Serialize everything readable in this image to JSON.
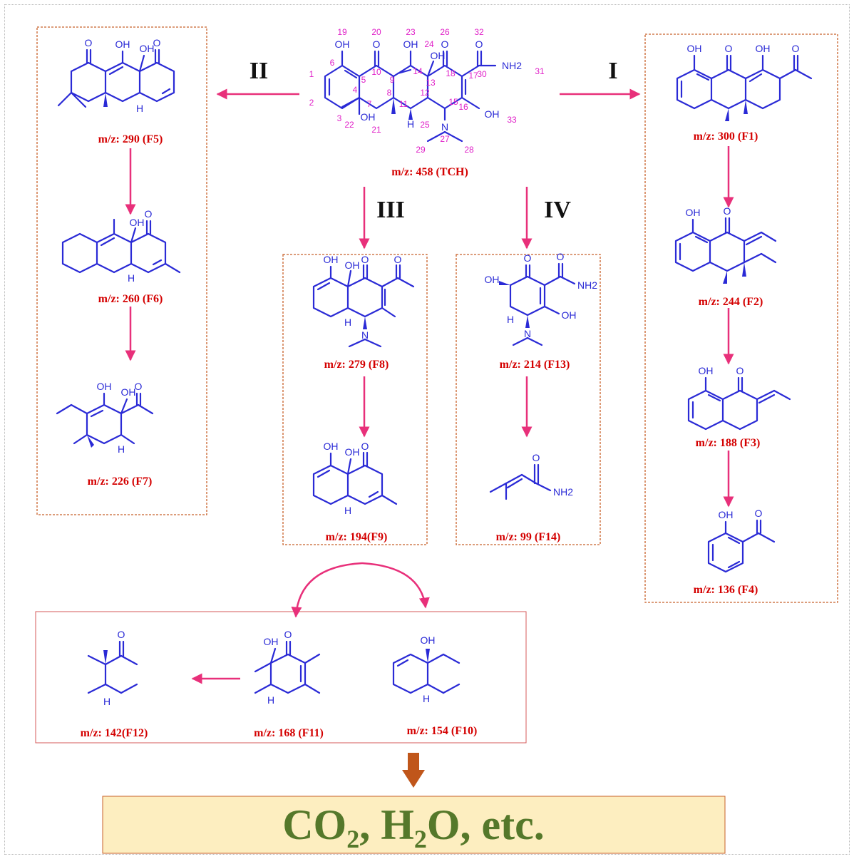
{
  "routes": [
    "I",
    "II",
    "III",
    "IV"
  ],
  "colors": {
    "structure": "#2a2ad6",
    "label": "#d40000",
    "arrow": "#e8307a",
    "atom_number": "#e020c8",
    "box": "#c8602a",
    "final_fill": "#fdeec0",
    "final_text": "#55782a",
    "final_arrow": "#c0561a"
  },
  "compounds": {
    "TCH": "m/z: 458 (TCH)",
    "F1": "m/z: 300 (F1)",
    "F2": "m/z: 244 (F2)",
    "F3": "m/z: 188 (F3)",
    "F4": "m/z: 136 (F4)",
    "F5": "m/z: 290 (F5)",
    "F6": "m/z: 260 (F6)",
    "F7": "m/z: 226 (F7)",
    "F8": "m/z: 279 (F8)",
    "F9": "m/z: 194(F9)",
    "F10": "m/z: 154 (F10)",
    "F11": "m/z: 168 (F11)",
    "F12": "m/z: 142(F12)",
    "F13": "m/z: 214 (F13)",
    "F14": "m/z: 99 (F14)"
  },
  "atoms": {
    "oh": "OH",
    "o": "O",
    "h": "H",
    "n": "N",
    "nh2": "NH2"
  },
  "atom_numbers": [
    "1",
    "2",
    "3",
    "4",
    "5",
    "6",
    "7",
    "8",
    "9",
    "10",
    "11",
    "12",
    "13",
    "14",
    "15",
    "16",
    "17",
    "18",
    "19",
    "20",
    "21",
    "22",
    "23",
    "24",
    "25",
    "26",
    "27",
    "28",
    "29",
    "30",
    "31",
    "32",
    "33"
  ],
  "final_products": {
    "co2": "CO",
    "sub2a": "2",
    "h2o": ", H",
    "sub2b": "2",
    "etc": "O, etc."
  }
}
